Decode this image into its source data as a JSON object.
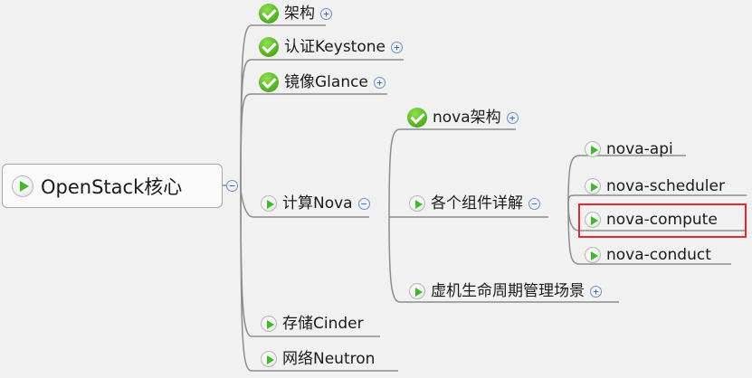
{
  "root": {
    "label": "OpenStack核心",
    "icon": "play-icon"
  },
  "level1": {
    "arch": "架构",
    "keystone": "认证Keystone",
    "glance": "镜像Glance",
    "nova": "计算Nova",
    "cinder": "存储Cinder",
    "neutron": "网络Neutron"
  },
  "nova_children": {
    "nova_arch": "nova架构",
    "components": "各个组件详解",
    "lifecycle": "虚机生命周期管理场景"
  },
  "components_children": {
    "api": "nova-api",
    "scheduler": "nova-scheduler",
    "compute": "nova-compute",
    "conduct": "nova-conduct"
  },
  "buttons": {
    "expand": "+",
    "collapse": "−"
  },
  "colors": {
    "highlight": "#e8262c",
    "check": "#4fae1f",
    "play": "#3fb82a",
    "link": "#8a8a8a"
  }
}
